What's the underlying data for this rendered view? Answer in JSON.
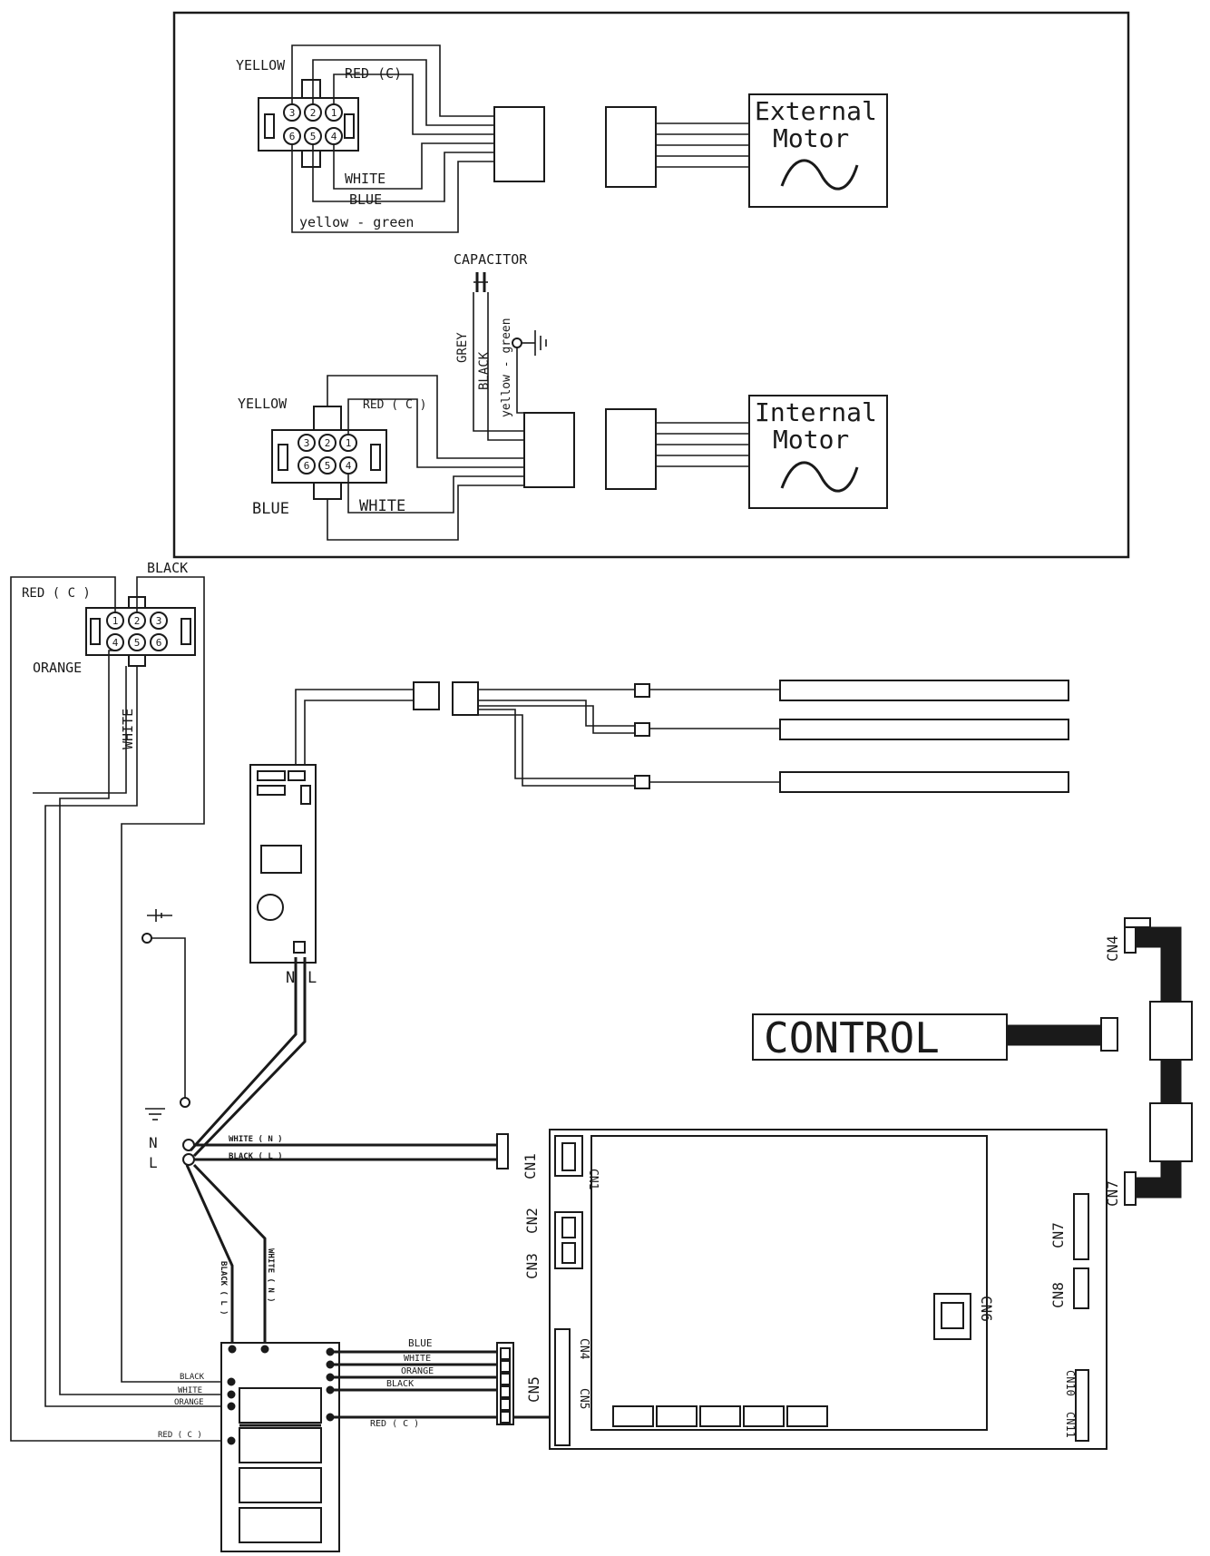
{
  "external_motor": {
    "connector_labels": {
      "yellow": "YELLOW",
      "red": "RED (C)",
      "white": "WHITE",
      "blue": "BLUE",
      "yellow_green": "yellow - green"
    },
    "pins": [
      "3",
      "2",
      "1",
      "6",
      "5",
      "4"
    ],
    "motor_label_line1": "External",
    "motor_label_line2": "Motor"
  },
  "internal_motor": {
    "connector_labels": {
      "yellow": "YELLOW",
      "red": "RED ( C )",
      "white": "WHITE",
      "blue": "BLUE"
    },
    "pins": [
      "3",
      "2",
      "1",
      "6",
      "5",
      "4"
    ],
    "capacitor": "CAPACITOR",
    "wires": {
      "grey": "GREY",
      "black": "BLACK",
      "yellow_green": "yellow - green"
    },
    "motor_label_line1": "Internal",
    "motor_label_line2": "Motor"
  },
  "main_connector": {
    "labels": {
      "red": "RED ( C )",
      "black": "BLACK",
      "orange": "ORANGE",
      "white": "WHITE"
    },
    "pins": [
      "1",
      "2",
      "3",
      "4",
      "5",
      "6"
    ]
  },
  "power": {
    "n": "N",
    "l": "L",
    "white_n": "WHITE ( N )",
    "black_l": "BLACK ( L )",
    "black_l_vertical": "BLACK ( L )",
    "white_n_vertical": "WHITE ( N )"
  },
  "small_board": {
    "n": "N",
    "l": "L"
  },
  "relay_block": {
    "left_labels": {
      "black": "BLACK",
      "white": "WHITE",
      "orange": "ORANGE",
      "red": "RED ( C )"
    },
    "right_labels": {
      "blue": "BLUE",
      "white": "WHITE",
      "orange": "ORANGE",
      "black": "BLACK",
      "red": "RED ( C )"
    }
  },
  "main_board": {
    "cn1": "CN1",
    "cn2": "CN2",
    "cn3": "CN3",
    "cn4": "CN4",
    "cn5": "CN5",
    "cn6": "CN6",
    "cn7": "CN7",
    "cn8": "CN8",
    "cn10": "CN10",
    "cn11": "CN11"
  },
  "control": {
    "label": "CONTROL",
    "cn4": "CN4",
    "cn7": "CN7"
  }
}
